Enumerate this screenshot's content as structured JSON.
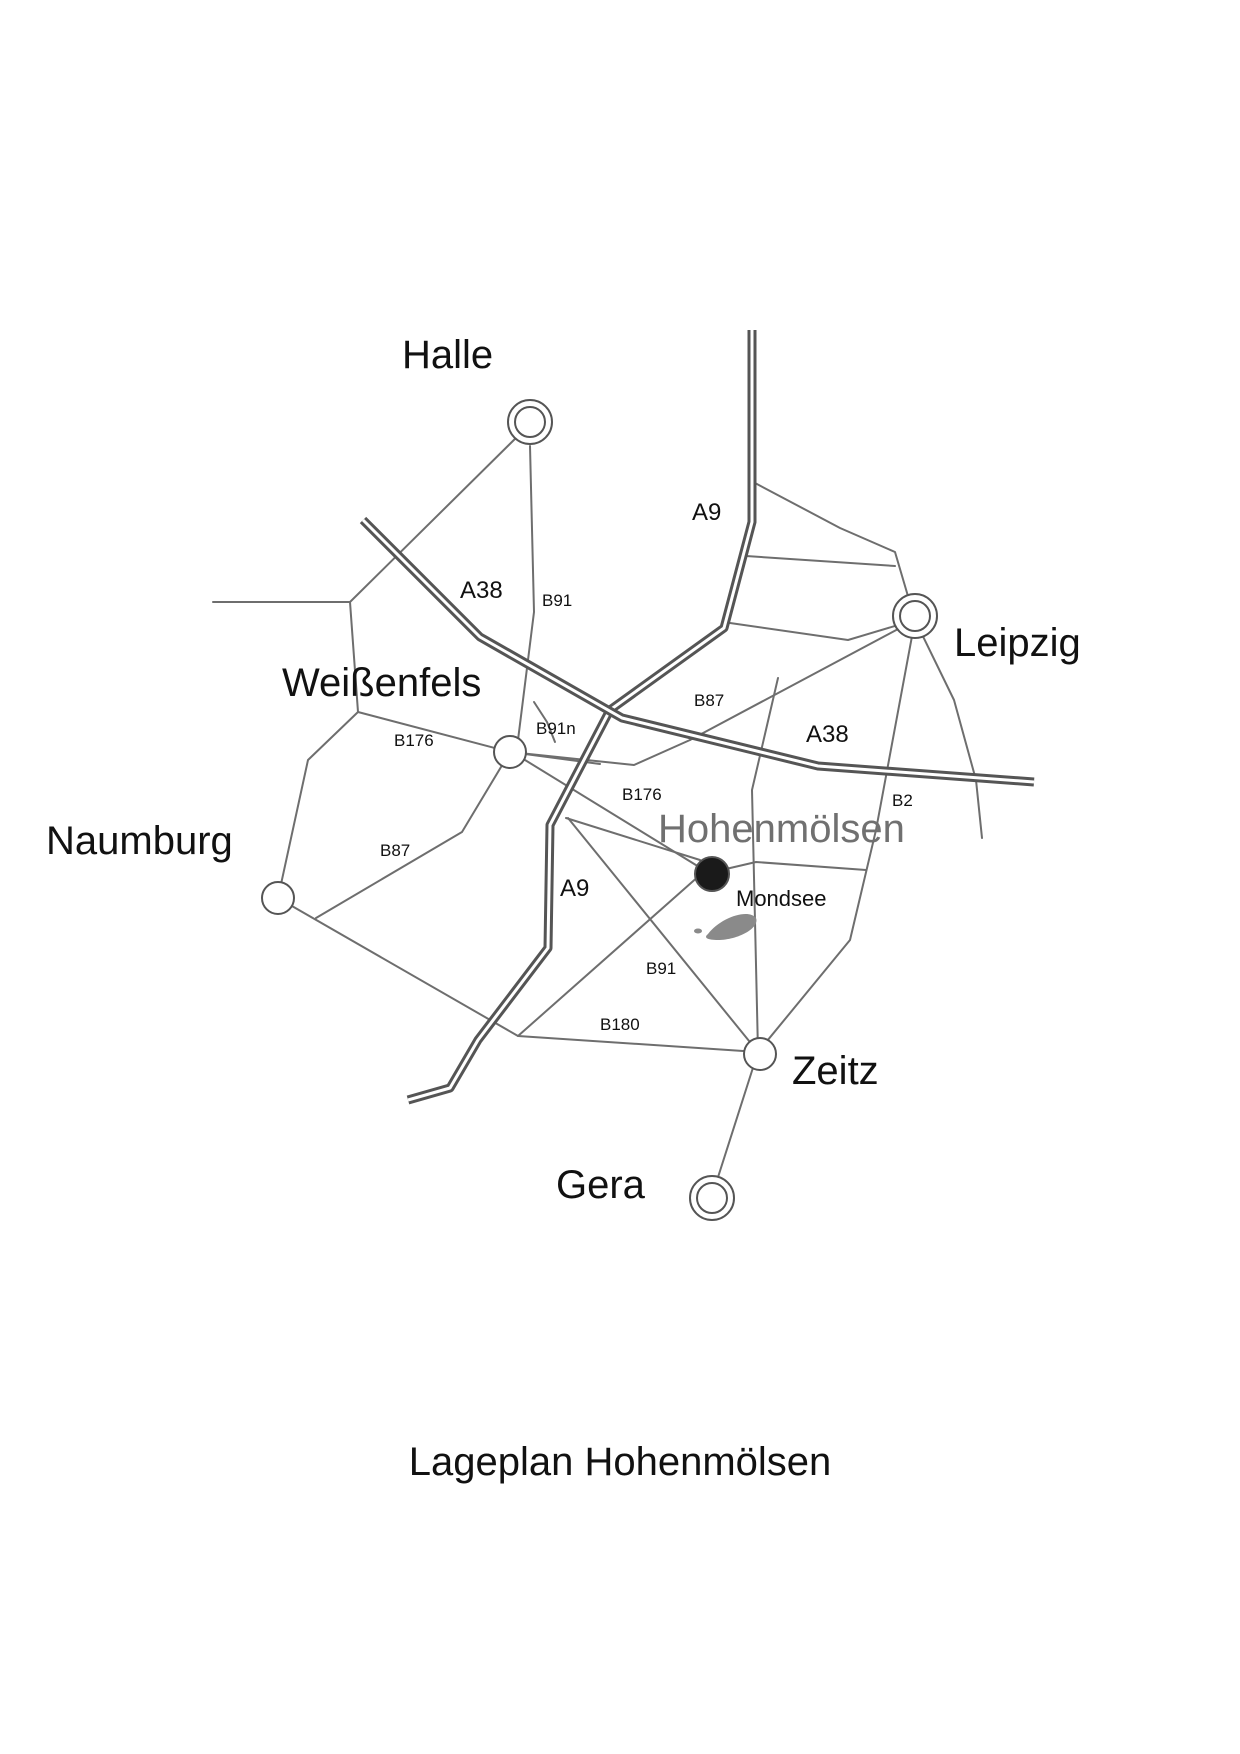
{
  "map": {
    "cities": {
      "halle": "Halle",
      "leipzig": "Leipzig",
      "weissenfels": "Weißenfels",
      "naumburg": "Naumburg",
      "hohenmoelsen": "Hohenmölsen",
      "zeitz": "Zeitz",
      "gera": "Gera"
    },
    "lake": "Mondsee",
    "roads": {
      "a9_north": "A9",
      "a9_south": "A9",
      "a38_west": "A38",
      "a38_east": "A38",
      "b91_north": "B91",
      "b91_south": "B91",
      "b91n": "B91n",
      "b87_north": "B87",
      "b87_south": "B87",
      "b176_west": "B176",
      "b176_east": "B176",
      "b2": "B2",
      "b180": "B180"
    },
    "colors": {
      "road": "#6e6e6e",
      "motorway": "#555555",
      "highlight_town": "#707070",
      "marker": "#1a1a1a",
      "lake": "#8a8a8a"
    }
  },
  "caption": "Lageplan Hohenmölsen"
}
